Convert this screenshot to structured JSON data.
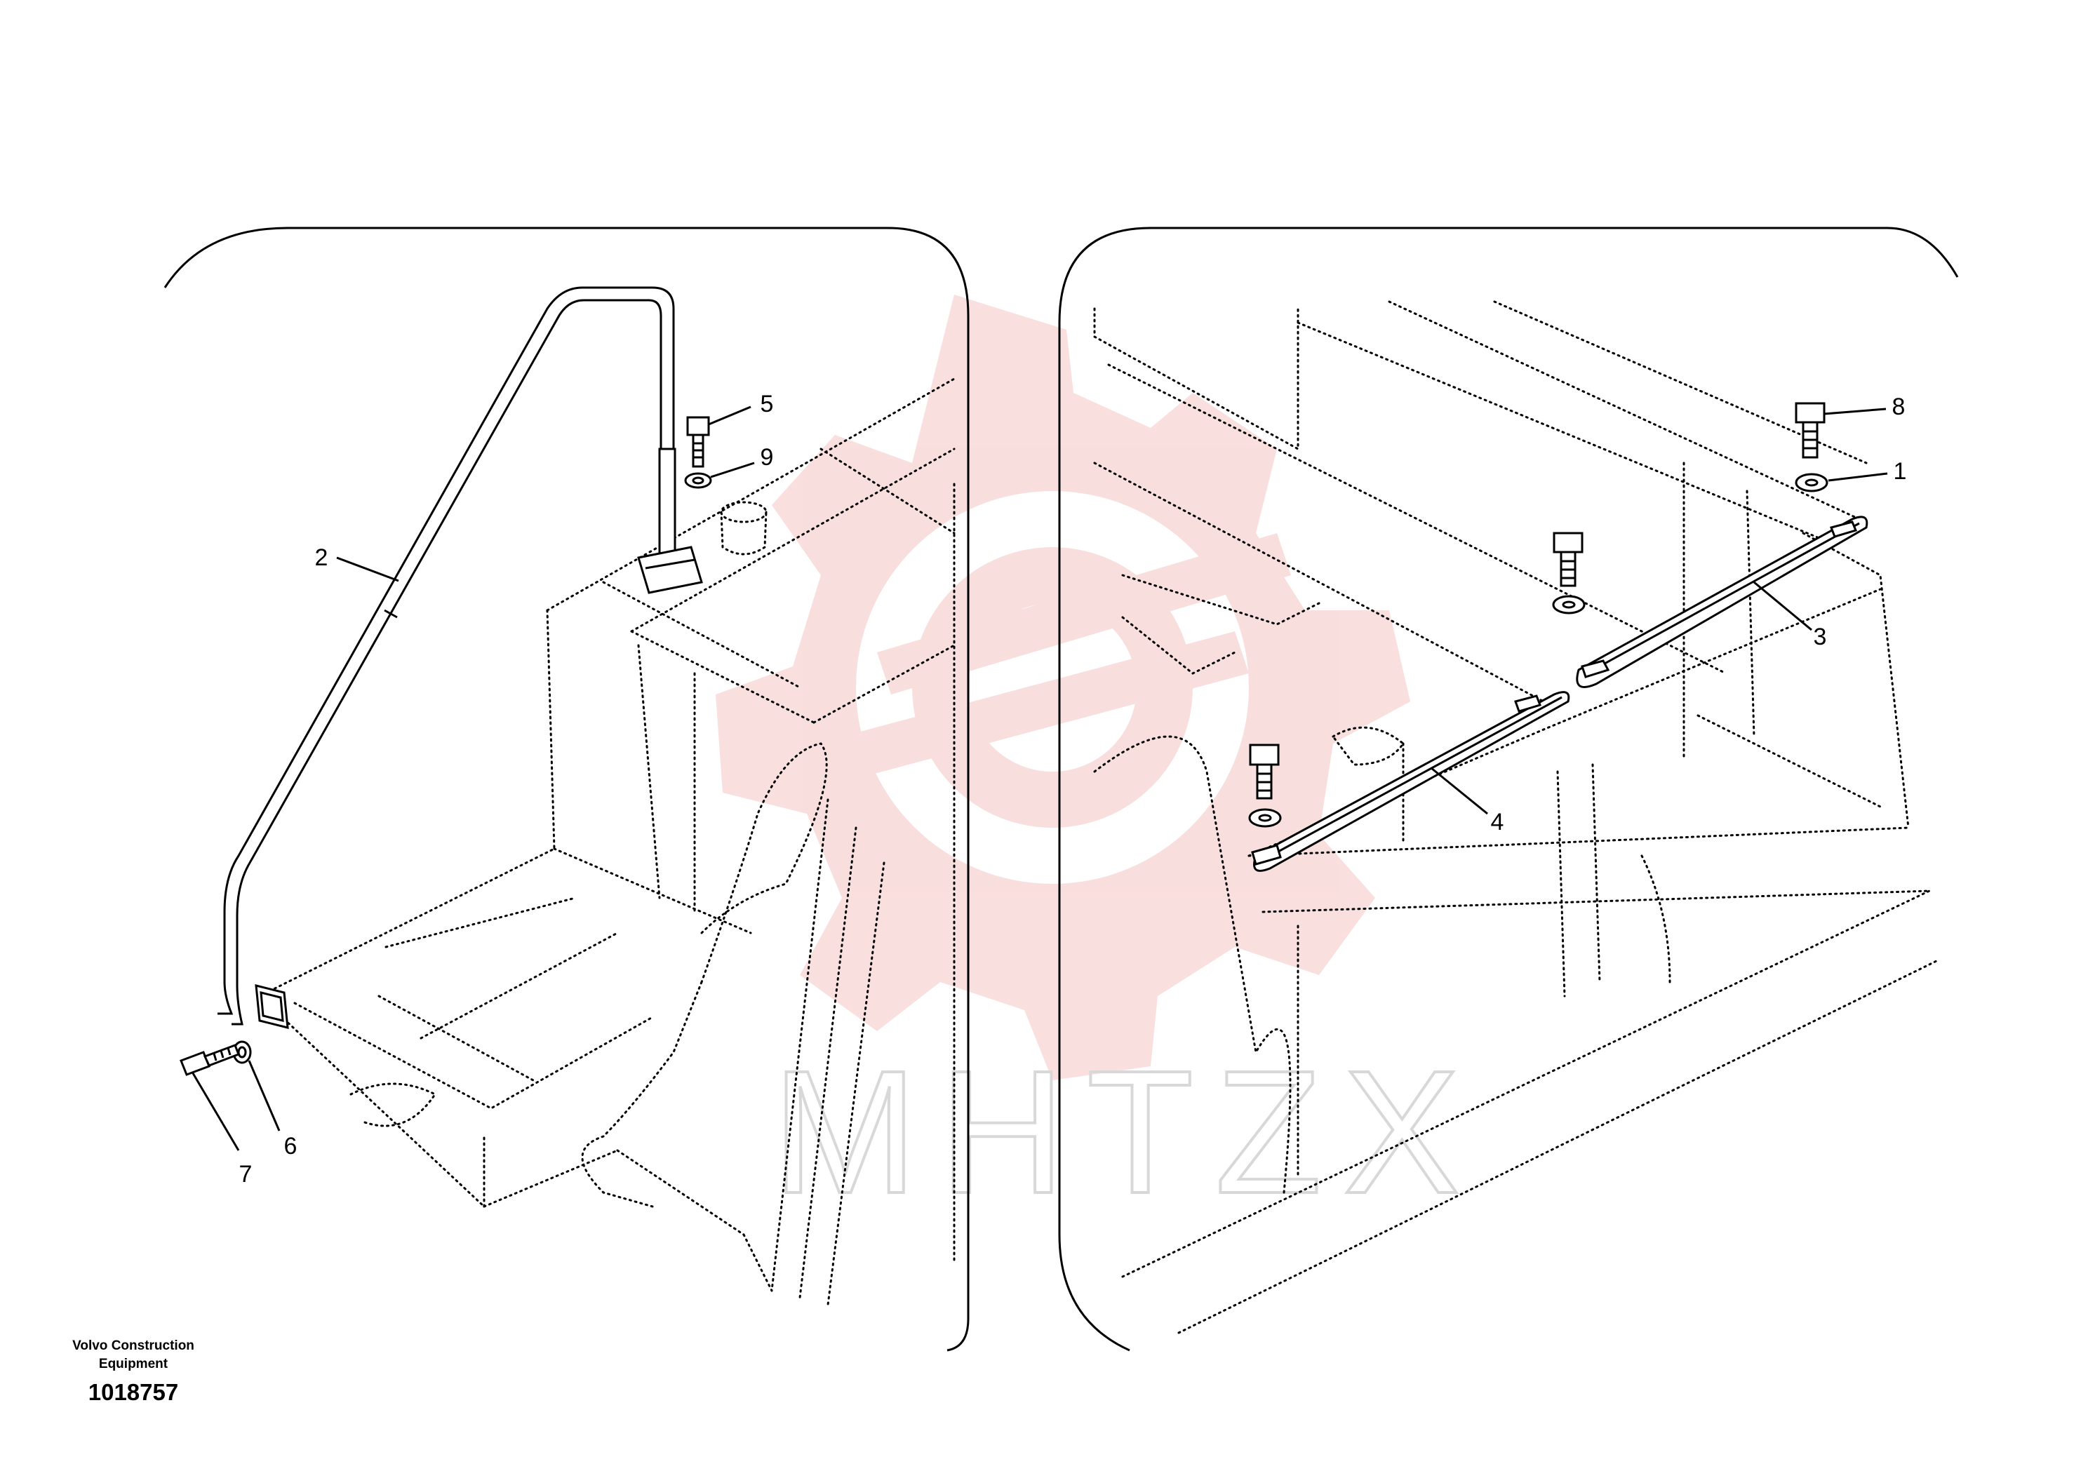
{
  "callouts": {
    "c1": "1",
    "c2": "2",
    "c3": "3",
    "c4": "4",
    "c5": "5",
    "c6": "6",
    "c7": "7",
    "c8": "8",
    "c9": "9"
  },
  "caption": {
    "company_line1": "Volvo Construction",
    "company_line2": "Equipment",
    "drawing_number": "1018757"
  },
  "watermark": {
    "text": "MHTZX",
    "color": "#f2b8b8"
  },
  "colors": {
    "line": "#000000",
    "background": "#ffffff"
  }
}
